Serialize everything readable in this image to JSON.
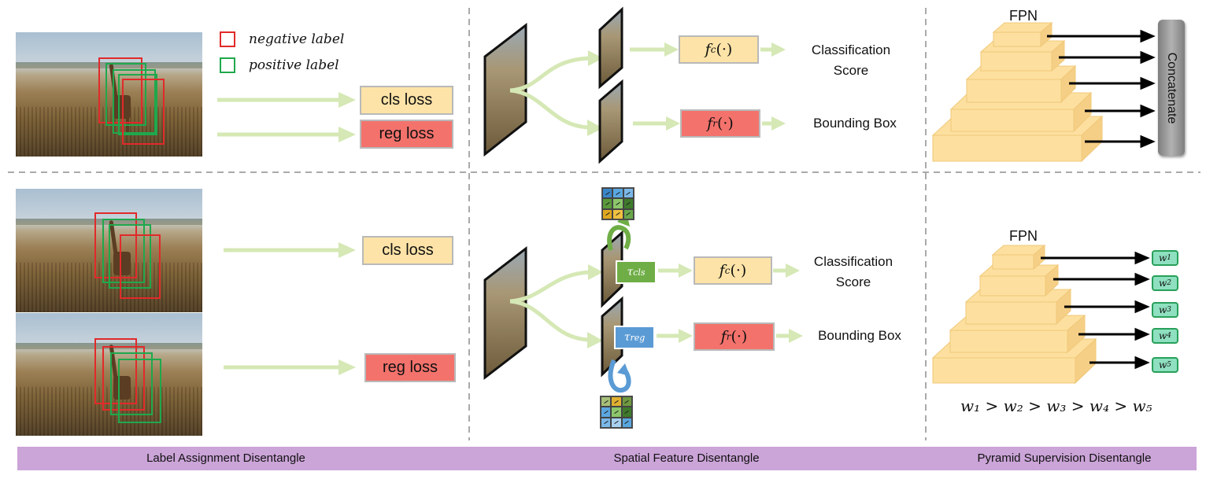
{
  "legend": {
    "negative": "negative label",
    "positive": "positive label",
    "negative_color": "#e12a2a",
    "positive_color": "#1fa84c"
  },
  "panel1": {
    "cls_loss": "cls loss",
    "reg_loss": "reg loss"
  },
  "panel2_top": {
    "fc": "f",
    "fc_sub": "c",
    "fc_arg": "(·)",
    "fr": "f",
    "fr_sub": "r",
    "fr_arg": "(·)",
    "cls_output_line1": "Classification",
    "cls_output_line2": "Score",
    "reg_output": "Bounding Box"
  },
  "panel1_bottom": {
    "cls_loss": "cls loss",
    "reg_loss": "reg loss"
  },
  "panel2_bottom": {
    "tau": "τ",
    "tau_cls_sub": "cls",
    "tau_reg_sub": "reg",
    "fc": "f",
    "fc_sub": "c",
    "fc_arg": "(·)",
    "fr": "f",
    "fr_sub": "r",
    "fr_arg": "(·)",
    "cls_output_line1": "Classification",
    "cls_output_line2": "Score",
    "reg_output": "Bounding Box",
    "tau_cls_color": "#6fae46",
    "tau_reg_color": "#5b9bd5"
  },
  "panel3_top": {
    "fpn": "FPN",
    "concat": "Concatenate"
  },
  "panel3_bottom": {
    "fpn": "FPN",
    "weights": [
      {
        "w": "w",
        "sub": "1"
      },
      {
        "w": "w",
        "sub": "2"
      },
      {
        "w": "w",
        "sub": "3"
      },
      {
        "w": "w",
        "sub": "4"
      },
      {
        "w": "w",
        "sub": "5"
      }
    ],
    "inequality": "w₁ > w₂ > w₃ > w₄ > w₅"
  },
  "sections": {
    "label_assignment": "Label Assignment Disentangle",
    "spatial_feature": "Spatial Feature Disentangle",
    "pyramid_supervision": "Pyramid Supervision Disentangle"
  },
  "colors": {
    "arrow_green": "#d5e8b5",
    "cls_fill": "#fde3a7",
    "reg_fill": "#f4726c",
    "fpn_fill": "#fde0a0",
    "bar_fill": "#cba4d8"
  }
}
